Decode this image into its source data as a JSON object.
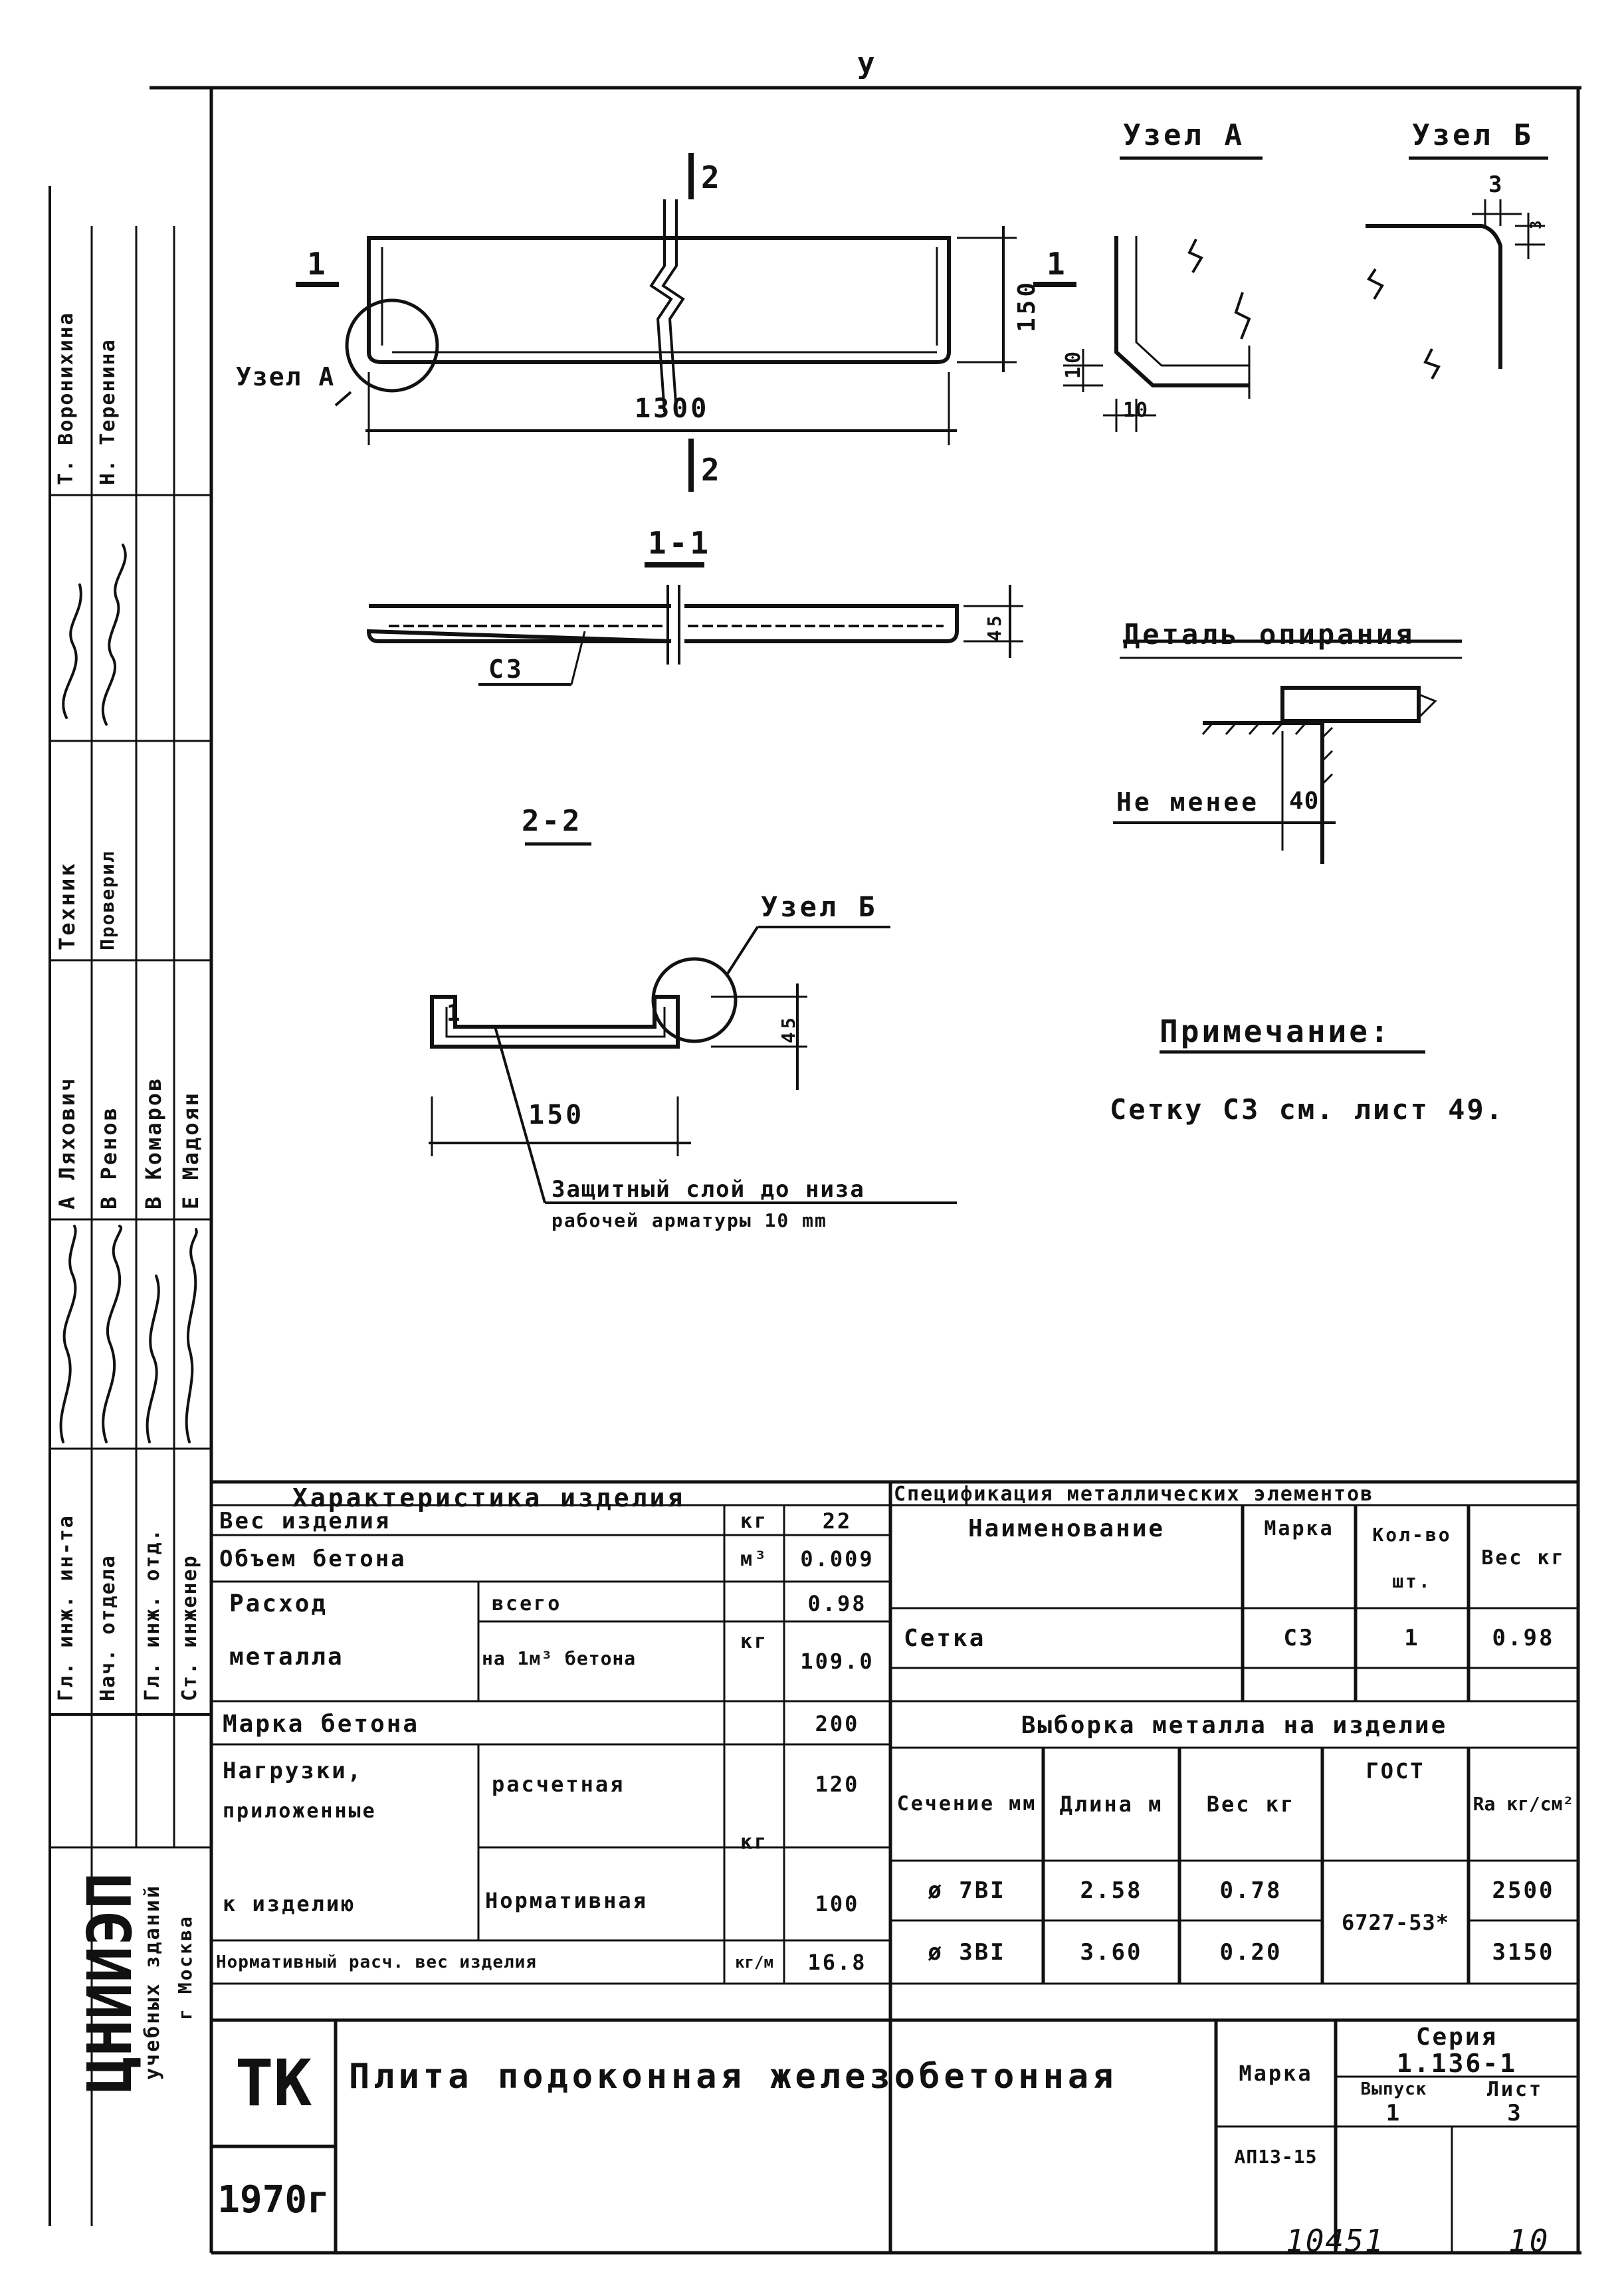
{
  "page_marker": "у",
  "drawing": {
    "plan_section_mark_top": "2",
    "plan_section_mark_bottom": "2",
    "plan_section_mark_left": "1",
    "plan_section_mark_right": "1",
    "plan_height_dim": "150",
    "plan_length_dim": "1300",
    "node_a_callout": "Узел А",
    "node_a_title": "Узел А",
    "node_a_dim_v": "10",
    "node_a_dim_h": "10",
    "node_b_title": "Узел Б",
    "node_b_dim": "3",
    "node_b_dim_small": "3",
    "section_1_title": "1-1",
    "section_1_mesh": "С3",
    "section_1_thickness": "45",
    "support_detail_title": "Деталь опирания",
    "support_min_label": "Не менее",
    "support_min_value": "40",
    "section_2_title": "2-2",
    "section_2_node_callout": "Узел Б",
    "section_2_width": "150",
    "section_2_thickness": "45",
    "section_2_mark": "1",
    "cover_note_line1": "Защитный слой до низа",
    "cover_note_line2": "рабочей арматуры 10 mm",
    "note_title": "Примечание:",
    "note_text": "Сетку С3 см. лист 49."
  },
  "left_stamp": {
    "roles": [
      "Гл. инж. ин-та",
      "Нач. отдела",
      "Гл. инж. отд.",
      "Ст. инженер"
    ],
    "names_col1": [
      "А Ляхович",
      "В Ренов",
      "В Комаров",
      "Е Мадоян"
    ],
    "roles_col2": [
      "Техник",
      "Проверил"
    ],
    "names_col2": [
      "Т. Воронихина",
      "Н. Теренина"
    ],
    "org_name": "ЦНИИЭП",
    "org_line2": "учебных зданий",
    "org_line3": "г Москва"
  },
  "characteristics": {
    "title": "Характеристика изделия",
    "weight_label": "Вес изделия",
    "weight_unit": "кг",
    "weight_value": "22",
    "volume_label": "Объем бетона",
    "volume_unit": "м³",
    "volume_value": "0.009",
    "metal_label_1": "Расход",
    "metal_label_2": "металла",
    "metal_total_label": "всего",
    "metal_per_m3_label": "на 1м³ бетона",
    "metal_unit": "кг",
    "metal_total_value": "0.98",
    "metal_per_m3_value": "109.0",
    "concrete_grade_label": "Марка бетона",
    "concrete_grade_value": "200",
    "load_label_1": "Нагрузки,",
    "load_label_2": "приложенные",
    "load_label_3": "к изделию",
    "load_design_label": "расчетная",
    "load_normative_label": "Нормативная",
    "load_unit": "кг",
    "load_design_value": "120",
    "load_normative_value": "100",
    "norm_weight_label": "Нормативный расч. вес изделия",
    "norm_weight_unit": "кг/м",
    "norm_weight_value": "16.8"
  },
  "specification": {
    "title": "Спецификация металлических элементов",
    "headers": [
      "Наименование",
      "Марка",
      "Кол-во шт.",
      "Вес кг"
    ],
    "rows": [
      {
        "name": "Сетка",
        "mark": "С3",
        "qty": "1",
        "weight": "0.98"
      }
    ]
  },
  "metal_selection": {
    "title": "Выборка металла на изделие",
    "headers": [
      "Сечение мм",
      "Длина м",
      "Вес кг",
      "ГОСТ",
      "Ra кг/см²"
    ],
    "rows": [
      {
        "section": "ø 7ВI",
        "length": "2.58",
        "weight": "0.78",
        "ra": "2500"
      },
      {
        "section": "ø 3ВI",
        "length": "3.60",
        "weight": "0.20",
        "ra": "3150"
      }
    ],
    "gost": "6727-53*"
  },
  "title_block": {
    "tk": "ТК",
    "year": "1970г",
    "name": "Плита подоконная железобетонная",
    "mark_label": "Марка",
    "mark_value": "АП13-15",
    "series_label": "Серия",
    "series_value": "1.136-1",
    "issue_label": "Выпуск",
    "issue_value": "1",
    "sheet_label": "Лист",
    "sheet_value": "3"
  },
  "handwritten": {
    "archive_number": "10451",
    "page_number": "10"
  }
}
